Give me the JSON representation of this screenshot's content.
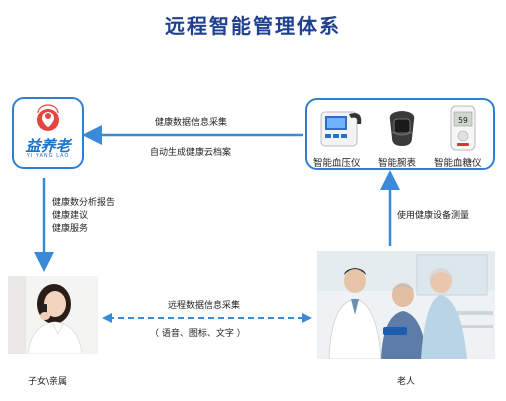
{
  "title": "远程智能管理体系",
  "logo": {
    "brand_text": "益养老",
    "brand_sub": "YI YANG LAO"
  },
  "devices": [
    {
      "label": "智能血压仪",
      "icon": "blood-pressure-monitor-icon"
    },
    {
      "label": "智能腕表",
      "icon": "smart-watch-icon"
    },
    {
      "label": "智能血糖仪",
      "icon": "glucose-meter-icon",
      "screen_value": "59"
    }
  ],
  "arrows": {
    "devices_to_logo": {
      "line1": "健康数据信息采集",
      "line2": "自动生成健康云档案"
    },
    "logo_to_family": {
      "line1": "健康数分析报告",
      "line2": "健康建议",
      "line3": "健康服务"
    },
    "elderly_to_devices": {
      "line1": "使用健康设备测量"
    },
    "family_elderly_link": {
      "line1": "远程数据信息采集",
      "line2": "（ 语音、图标、文字 ）"
    }
  },
  "people": {
    "family_caption": "子女\\亲属",
    "elderly_caption": "老人"
  },
  "colors": {
    "title": "#1f3f8f",
    "accent_blue": "#2f7fd0",
    "arrow_blue": "#3a8ad8"
  }
}
